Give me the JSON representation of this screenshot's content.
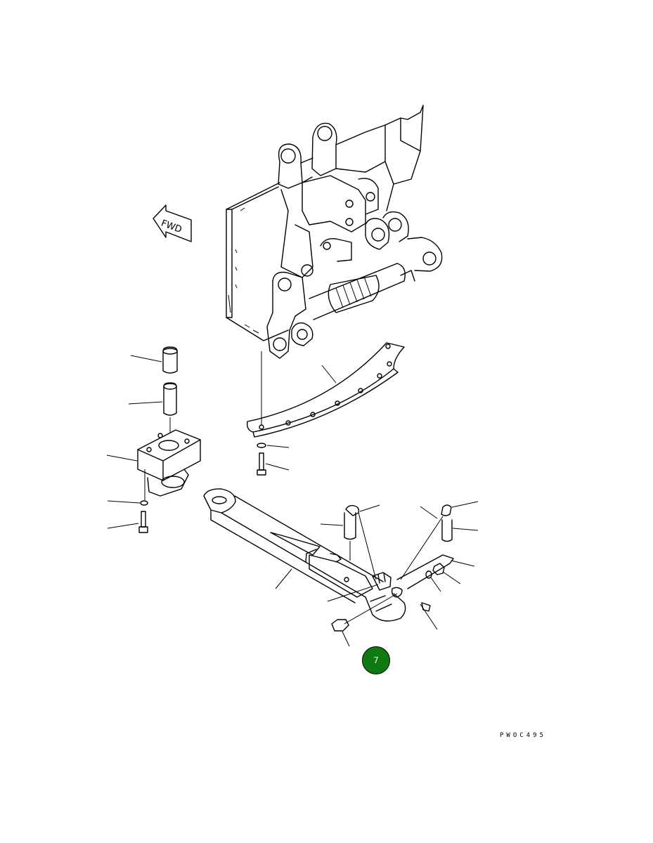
{
  "diagram": {
    "fwd_label": "FWD",
    "page_badge": "7",
    "figure_code": "PWOC495",
    "badge_color": "#0f7a12"
  }
}
